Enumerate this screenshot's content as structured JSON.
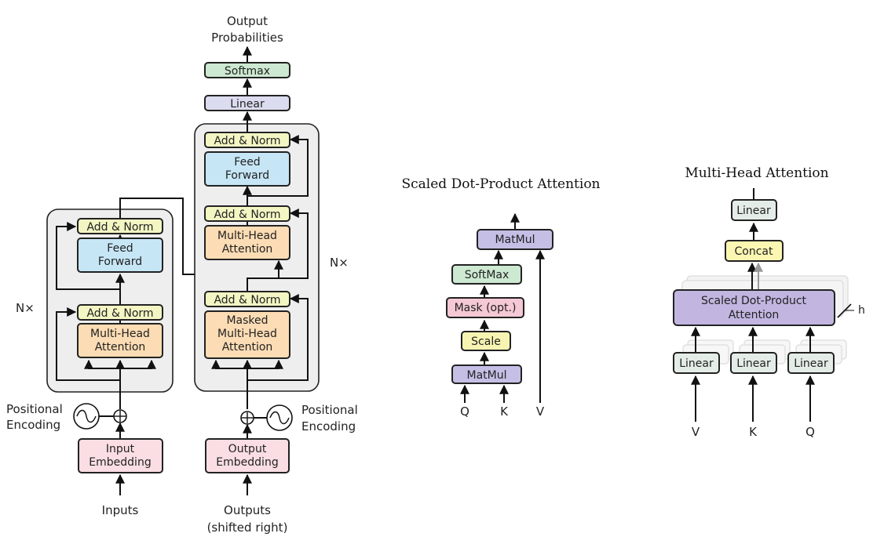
{
  "encoder": {
    "input_embedding": [
      "Input",
      "Embedding"
    ],
    "inputs_label": "Inputs",
    "positional_encoding": [
      "Positional",
      "Encoding"
    ],
    "add_norm_1": "Add & Norm",
    "multi_head_attention": [
      "Multi-Head",
      "Attention"
    ],
    "add_norm_2": "Add & Norm",
    "feed_forward": [
      "Feed",
      "Forward"
    ],
    "nx": "N×"
  },
  "decoder": {
    "output_embedding": [
      "Output",
      "Embedding"
    ],
    "outputs_label": [
      "Outputs",
      "(shifted right)"
    ],
    "positional_encoding": [
      "Positional",
      "Encoding"
    ],
    "masked_attention": [
      "Masked",
      "Multi-Head",
      "Attention"
    ],
    "add_norm_1": "Add & Norm",
    "multi_head_attention": [
      "Multi-Head",
      "Attention"
    ],
    "add_norm_2": "Add & Norm",
    "feed_forward": [
      "Feed",
      "Forward"
    ],
    "add_norm_3": "Add & Norm",
    "nx": "N×",
    "linear": "Linear",
    "softmax": "Softmax",
    "output_probabilities": [
      "Output",
      "Probabilities"
    ]
  },
  "scaled_dot_product": {
    "title": "Scaled Dot-Product Attention",
    "matmul_bottom": "MatMul",
    "scale": "Scale",
    "mask": "Mask (opt.)",
    "softmax": "SoftMax",
    "matmul_top": "MatMul",
    "q": "Q",
    "k": "K",
    "v": "V"
  },
  "multi_head": {
    "title": "Multi-Head Attention",
    "linear_top": "Linear",
    "concat": "Concat",
    "sdpa": [
      "Scaled Dot-Product",
      "Attention"
    ],
    "h": "h",
    "linear_v": "Linear",
    "linear_k": "Linear",
    "linear_q": "Linear",
    "v": "V",
    "k": "K",
    "q": "Q"
  },
  "colors": {
    "embedding": "#fadee3",
    "add_norm": "#f3f6c3",
    "feed_forward": "#c6e6f6",
    "attention": "#fcdcb4",
    "linear": "#dcdcf0",
    "softmax": "#cde9d1",
    "matmul": "#c5bfe6",
    "scale": "#f7f4b1",
    "mask": "#f5c8d6",
    "concat": "#fbf6b2",
    "sdpa": "#c2b6e1",
    "linear_small": "#e4ece8",
    "group": "#eeeeee"
  }
}
